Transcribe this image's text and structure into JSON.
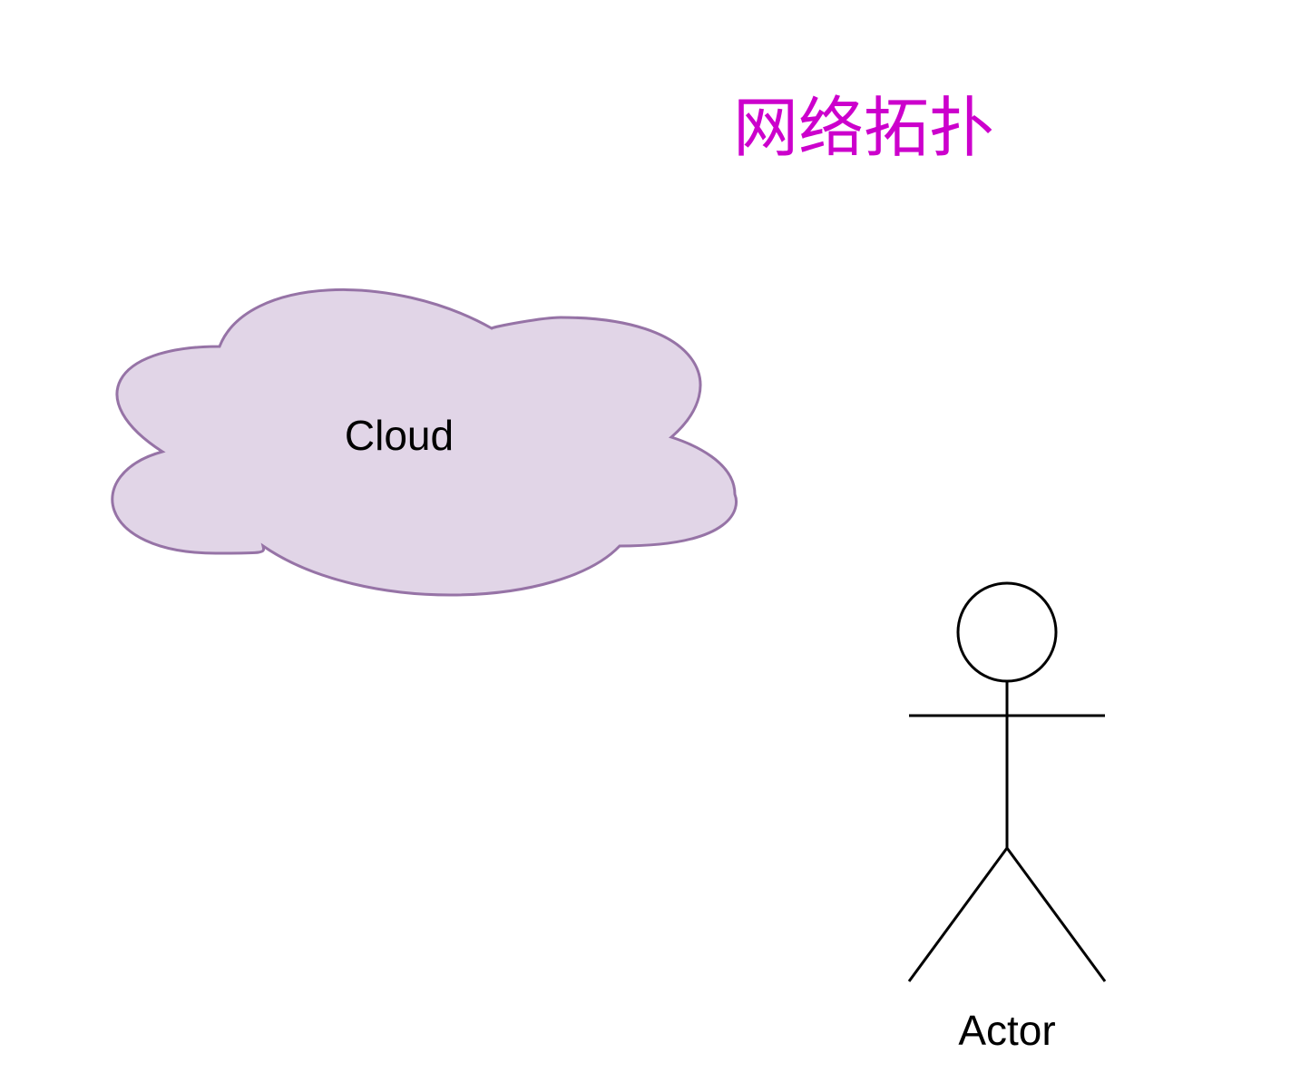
{
  "title": {
    "text": "网络拓扑",
    "color": "#cc00cc"
  },
  "cloud": {
    "label": "Cloud",
    "fill_color": "#e1d5e7",
    "stroke_color": "#9673a6"
  },
  "actor": {
    "label": "Actor",
    "stroke_color": "#000000"
  }
}
